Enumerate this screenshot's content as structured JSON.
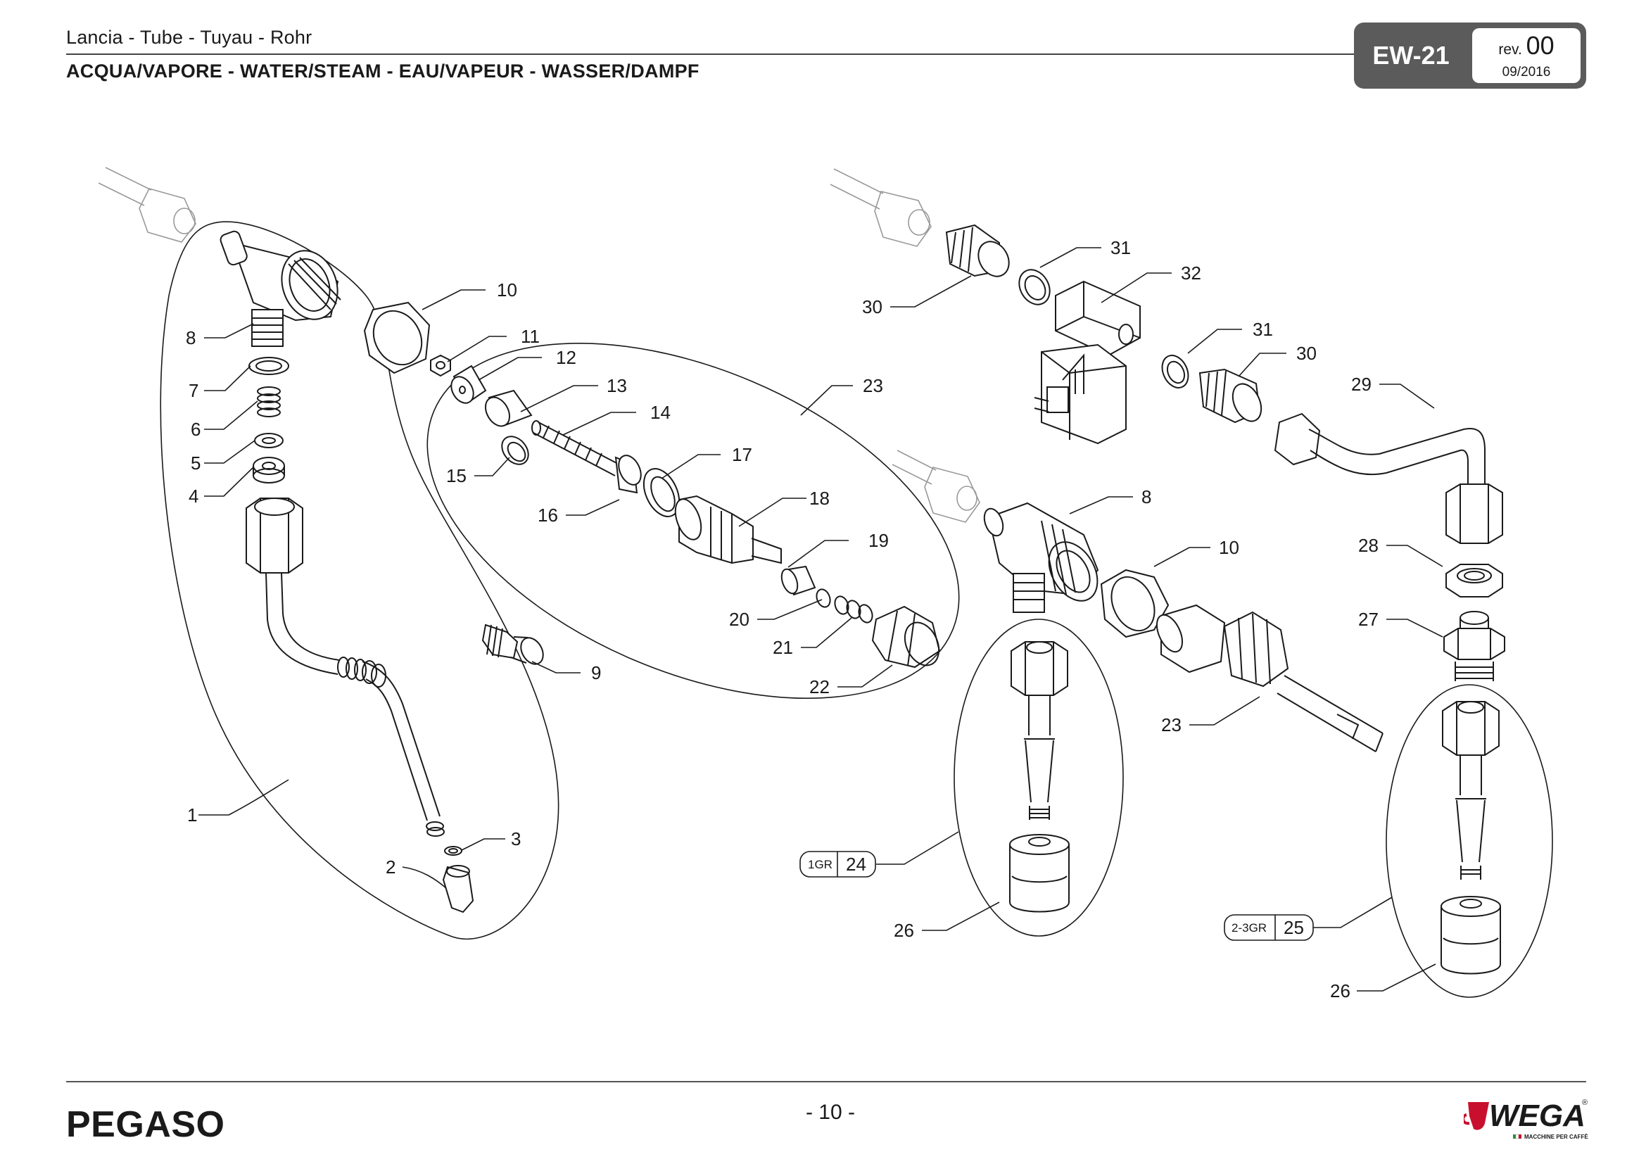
{
  "header": {
    "title_line": "Lancia  -  Tube  -  Tuyau  -  Rohr",
    "subtitle_line": "ACQUA/VAPORE  -  WATER/STEAM  -  EAU/VAPEUR  -  WASSER/DAMPF",
    "code": "EW-21",
    "rev_label": "rev.",
    "rev_number": "00",
    "date": "09/2016"
  },
  "callouts": {
    "c1": "1",
    "c2": "2",
    "c3": "3",
    "c4": "4",
    "c5": "5",
    "c6": "6",
    "c7": "7",
    "c8a": "8",
    "c9": "9",
    "c10a": "10",
    "c11": "11",
    "c12": "12",
    "c13": "13",
    "c14": "14",
    "c15": "15",
    "c16": "16",
    "c17": "17",
    "c18": "18",
    "c19": "19",
    "c20": "20",
    "c21": "21",
    "c22": "22",
    "c23a": "23",
    "c30a": "30",
    "c31a": "31",
    "c32": "32",
    "c31b": "31",
    "c30b": "30",
    "c29": "29",
    "c8b": "8",
    "c10b": "10",
    "c23b": "23",
    "c28": "28",
    "c27": "27",
    "c26a": "26",
    "c26b": "26",
    "c24": "24",
    "c24_group": "1GR",
    "c25": "25",
    "c25_group": "2-3GR"
  },
  "footer": {
    "model": "PEGASO",
    "page": "- 10 -",
    "logo_text": "WEGA",
    "logo_tagline": "MACCHINE PER CAFFÈ",
    "logo_mark": "®"
  },
  "colors": {
    "ink": "#1a1a1a",
    "badge": "#5b5b5b",
    "logo_red": "#c8102e"
  }
}
